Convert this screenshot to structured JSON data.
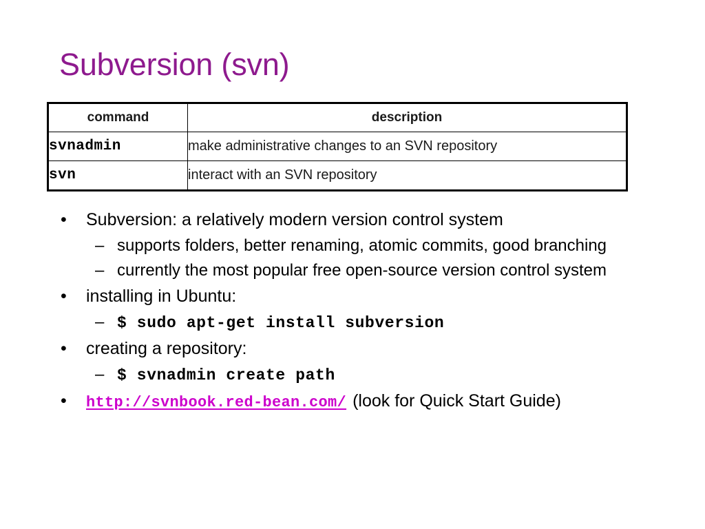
{
  "slide": {
    "title": "Subversion (svn)",
    "title_color": "#8E1A8E",
    "background_color": "#FFFFFF",
    "text_color": "#000000"
  },
  "table": {
    "headers": [
      "command",
      "description"
    ],
    "rows": [
      {
        "command": "svnadmin",
        "description": "make administrative changes to an SVN repository"
      },
      {
        "command": "svn",
        "description": "interact with an SVN repository"
      }
    ]
  },
  "body": {
    "bullet_marker_level1": "•",
    "bullet_marker_level2": "–",
    "items": [
      {
        "level": 1,
        "text": "Subversion: a relatively modern version control system"
      },
      {
        "level": 2,
        "text": "supports folders,  better renaming,  atomic commits,  good branching"
      },
      {
        "level": 2,
        "text": "currently the most popular free open-source version control system"
      },
      {
        "level": 1,
        "text": "installing in Ubuntu:"
      },
      {
        "level": 2,
        "text": "$ sudo apt-get install subversion",
        "style": "mono"
      },
      {
        "level": 1,
        "text": "creating a repository:"
      },
      {
        "level": 2,
        "text": "$ svnadmin create path",
        "style": "mono"
      }
    ],
    "link_item": {
      "level": 1,
      "link_text": "http://svnbook.red-bean.com/",
      "link_color": "#CC00CC",
      "trailing_text": "(look for Quick Start Guide)"
    }
  }
}
